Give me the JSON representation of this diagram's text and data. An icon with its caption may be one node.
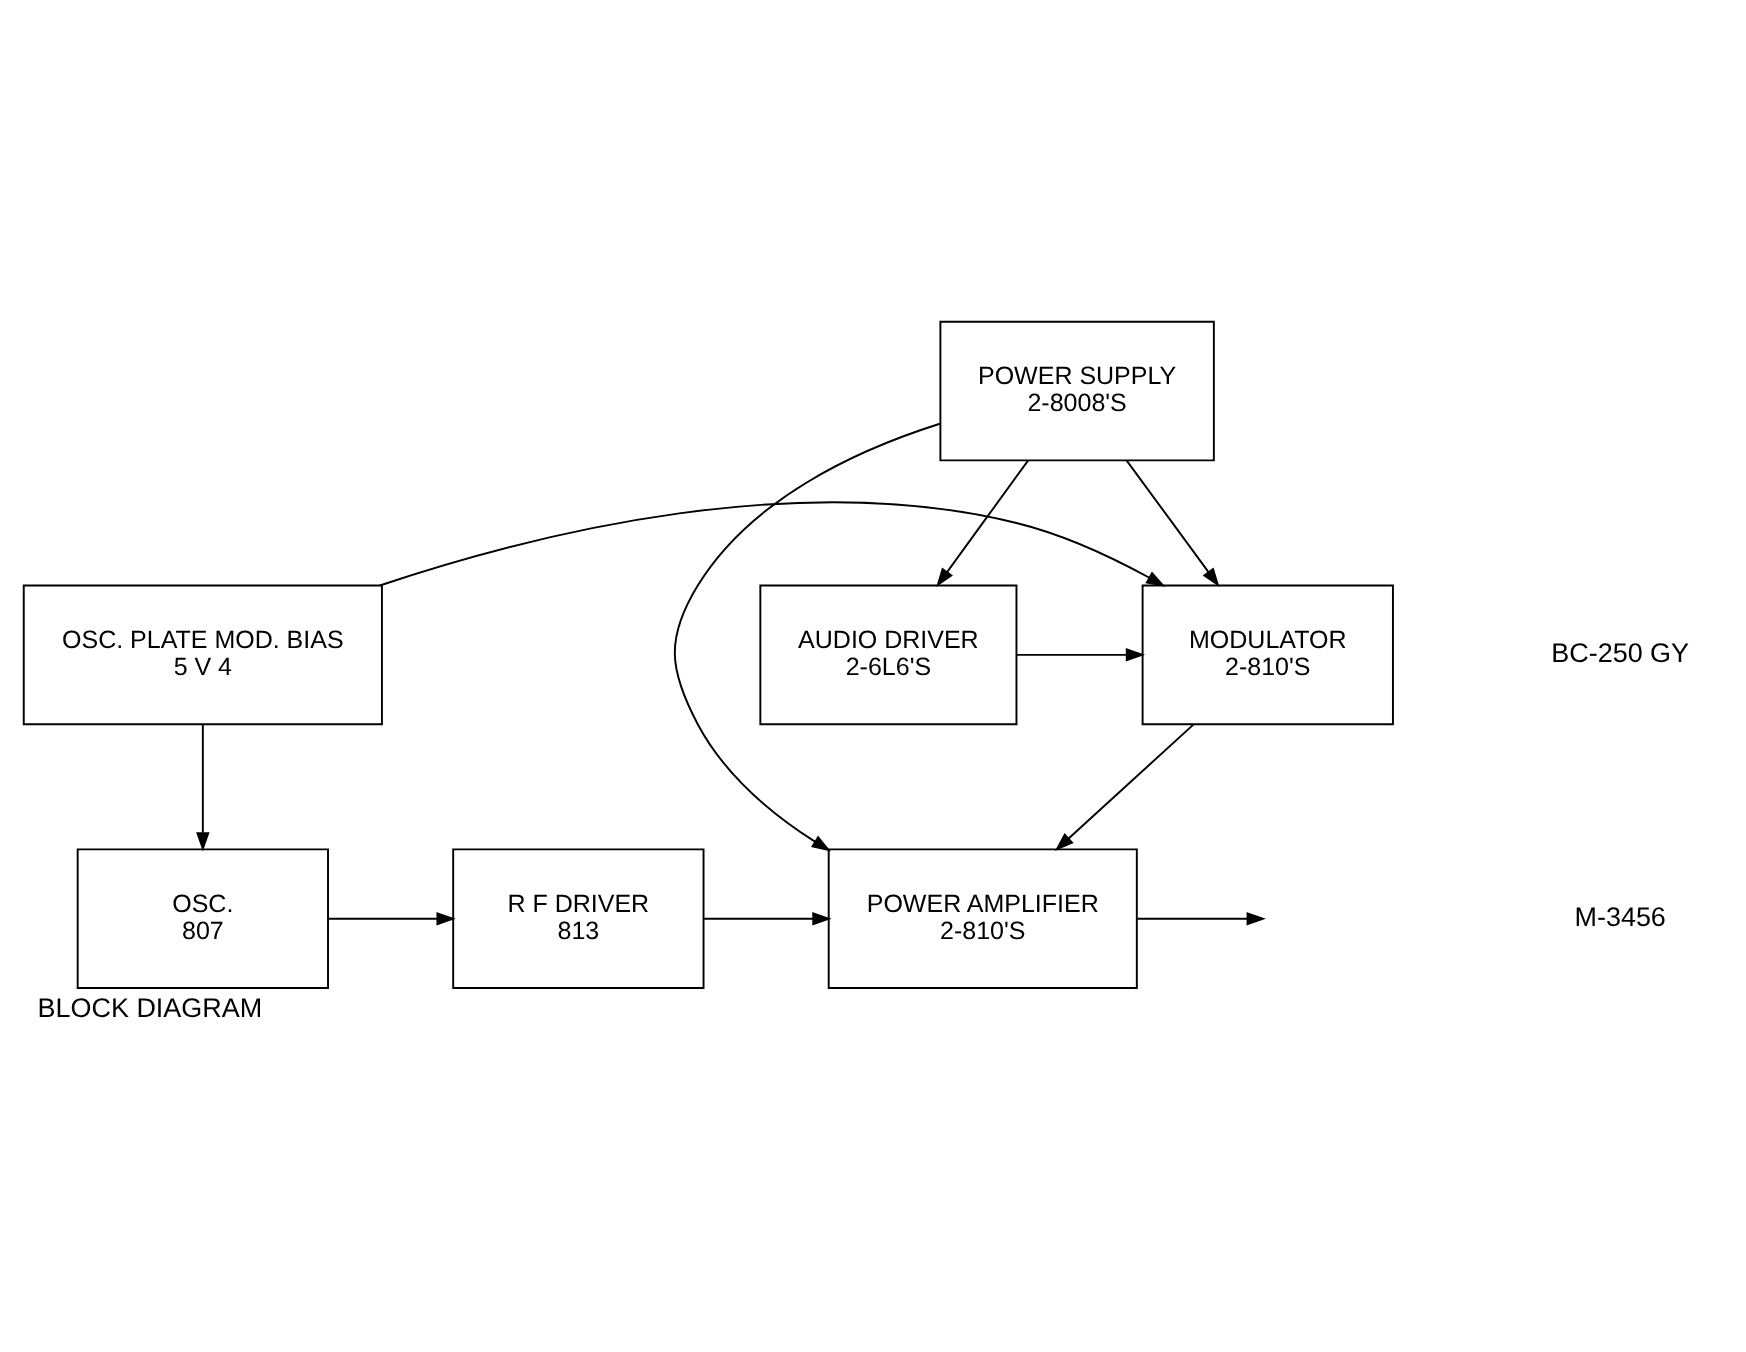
{
  "diagram": {
    "title": "BLOCK DIAGRAM",
    "nodes": [
      {
        "text": [
          "OSC.",
          "807"
        ]
      },
      {
        "text": [
          "R F DRIVER",
          "813"
        ]
      },
      {
        "text": [
          "POWER AMPLIFIER",
          "2-810'S"
        ]
      },
      {
        "text": [
          "OSC. PLATE MOD. BIAS",
          "5 V 4"
        ]
      },
      {
        "text": [
          "AUDIO DRIVER",
          "2-6L6'S"
        ]
      },
      {
        "text": [
          "MODULATOR",
          "2-810'S"
        ]
      },
      {
        "text": [
          "POWER SUPPLY",
          "2-8008'S"
        ]
      }
    ],
    "edges": [
      {
        "from": 0,
        "to": 1,
        "arrow": "to"
      },
      {
        "from": 1,
        "to": 2,
        "arrow": "to"
      },
      {
        "from": 2,
        "to": null,
        "arrow": "to"
      },
      {
        "from": 3,
        "to": 0,
        "arrow": "to"
      },
      {
        "from": 3,
        "to": 5,
        "arrow": "to"
      },
      {
        "from": 4,
        "to": 5,
        "arrow": "to"
      },
      {
        "from": 5,
        "to": 2,
        "arrow": "to"
      },
      {
        "from": 6,
        "to": 4,
        "arrow": "to"
      },
      {
        "from": 6,
        "to": 5,
        "arrow": "to"
      },
      {
        "from": 6,
        "to": 2,
        "arrow": "to"
      }
    ],
    "labels": [
      "BC-250 GY",
      "M-3456"
    ]
  }
}
